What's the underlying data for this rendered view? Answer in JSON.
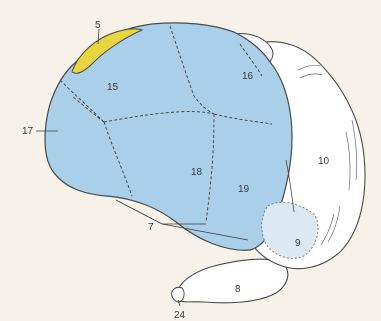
{
  "colors": {
    "background": "#f6f2ea",
    "blue_region": "#a9cfe9",
    "yellow_region": "#e8d640",
    "outline": "#4a4a4a",
    "body_white": "#ffffff"
  },
  "labels": {
    "l5": "5",
    "l7": "7",
    "l8": "8",
    "l9": "9",
    "l10": "10",
    "l15": "15",
    "l16": "16",
    "l17": "17",
    "l18": "18",
    "l19": "19",
    "l24": "24"
  }
}
